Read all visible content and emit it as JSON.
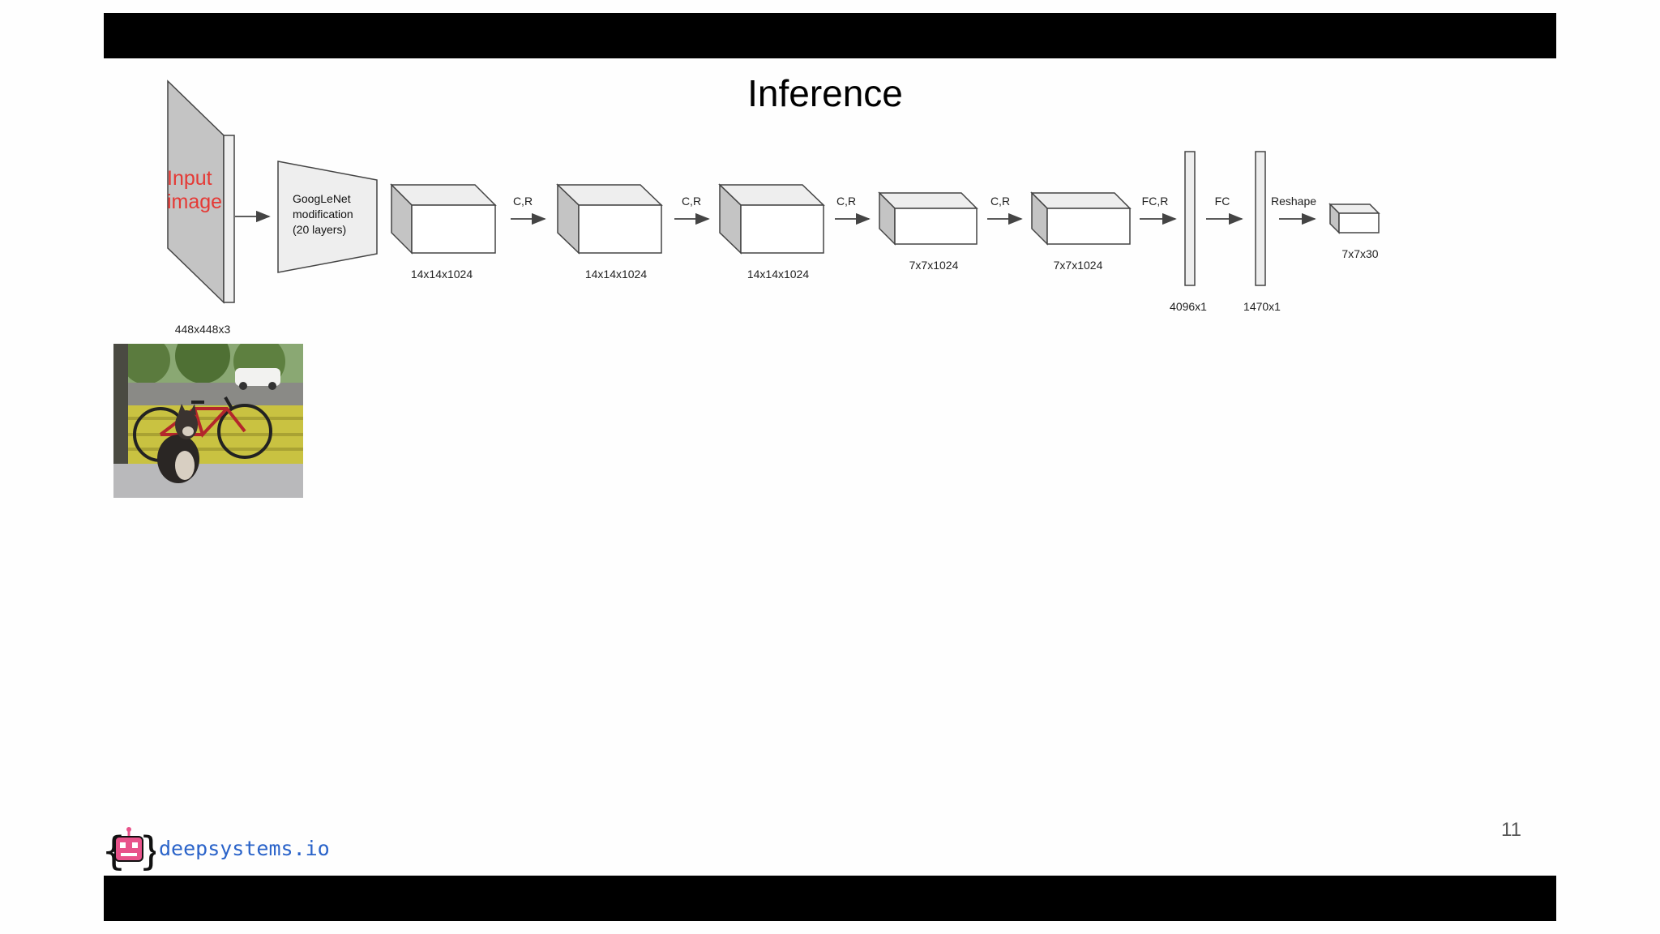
{
  "slide": {
    "title": "Inference",
    "page_number": "11",
    "logo_text": "deepsystems.io"
  },
  "input": {
    "label_line1": "Input",
    "label_line2": "image",
    "size": "448x448x3"
  },
  "googlenet": {
    "line1": "GoogLeNet",
    "line2": "modification",
    "line3": "(20 layers)"
  },
  "layers": [
    {
      "label": "14x14x1024"
    },
    {
      "label": "14x14x1024"
    },
    {
      "label": "14x14x1024"
    },
    {
      "label": "7x7x1024"
    },
    {
      "label": "7x7x1024"
    },
    {
      "label": "4096x1"
    },
    {
      "label": "1470x1"
    },
    {
      "label": "7x7x30"
    }
  ],
  "operations": [
    "C,R",
    "C,R",
    "C,R",
    "C,R",
    "FC,R",
    "FC",
    "Reshape"
  ],
  "colors": {
    "input_label": "#e53935",
    "logo_text": "#2a63c9",
    "logo_robot": "#e8528a",
    "box_front": "#ffffff",
    "box_side": "#c4c4c4",
    "stroke": "#444444"
  },
  "image": {
    "description_icon": "photo-dog-bicycle"
  }
}
